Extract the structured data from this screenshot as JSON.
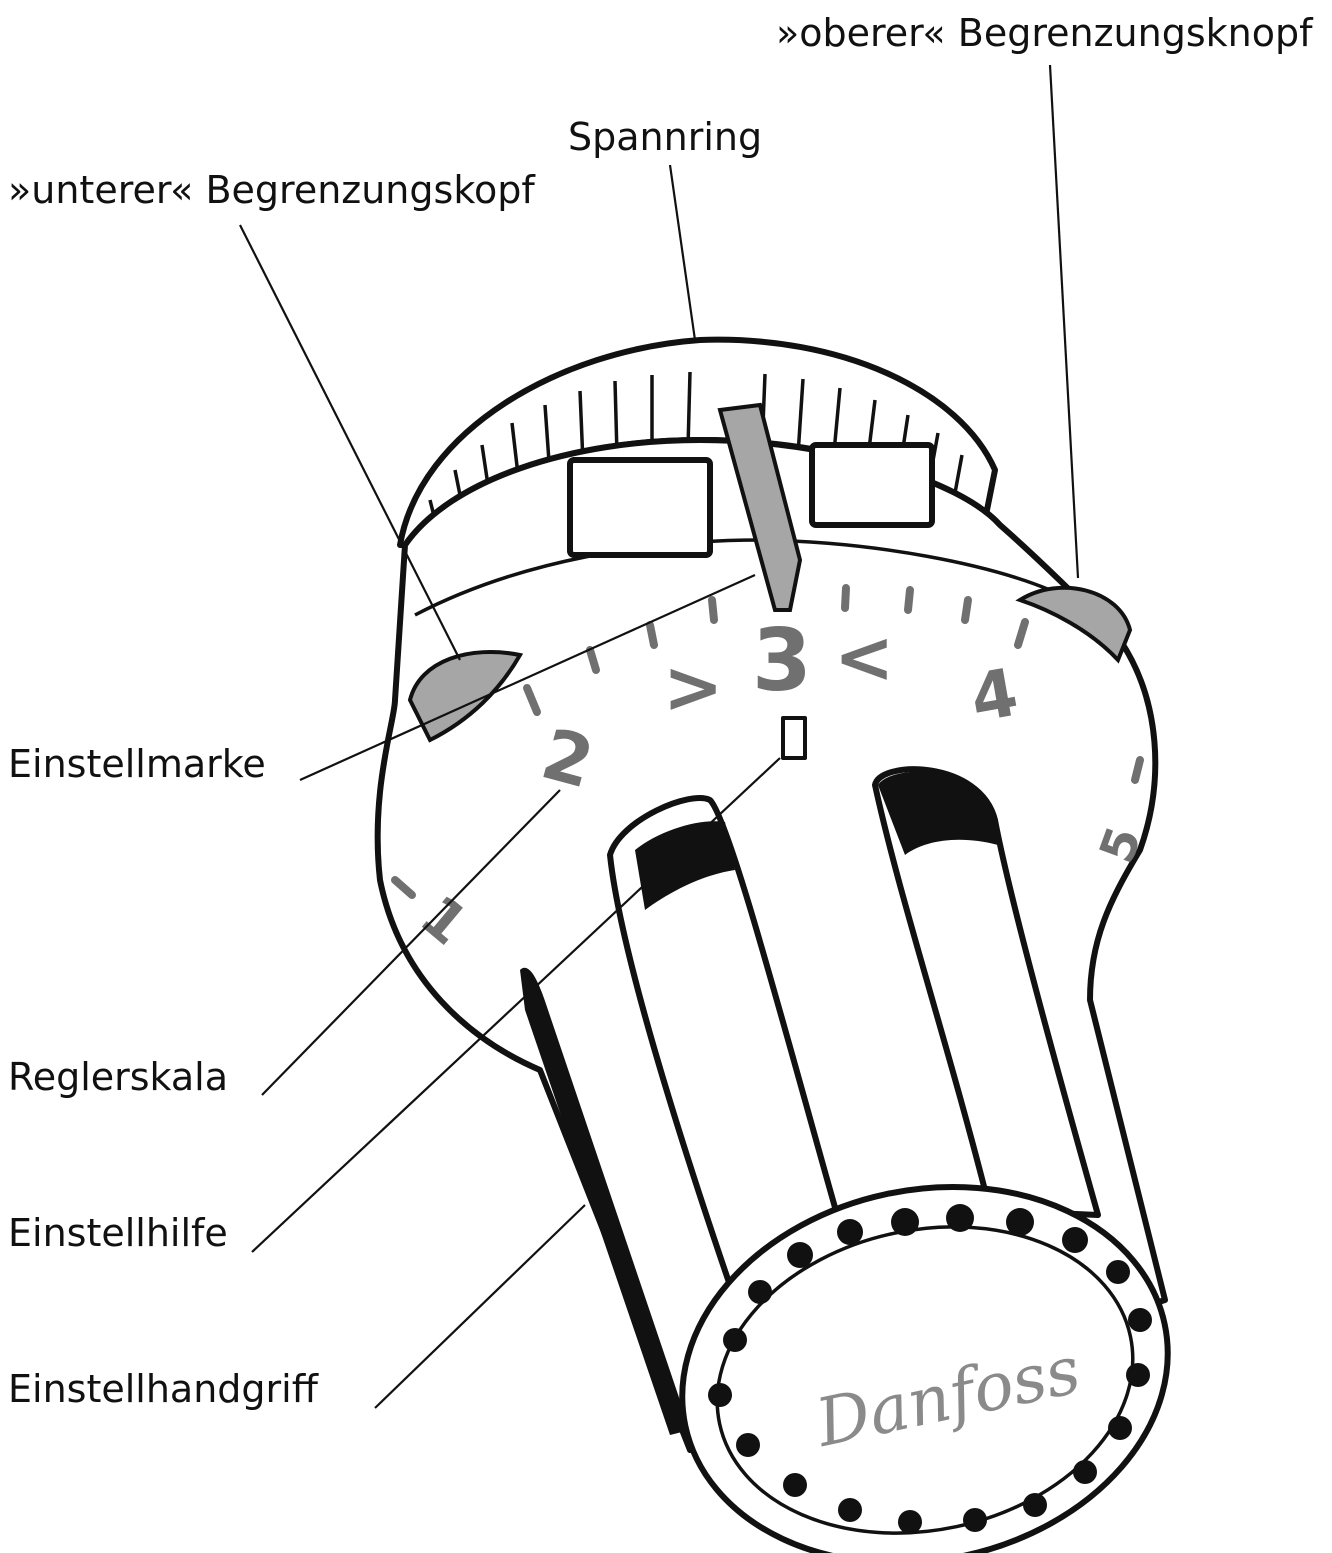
{
  "labels": {
    "oberer": "»oberer« Begrenzungsknopf",
    "spannring": "Spannring",
    "unterer": "»unterer« Begrenzungskopf",
    "einstellmarke": "Einstellmarke",
    "reglerskala": "Reglerskala",
    "einstellhilfe": "Einstellhilfe",
    "einstellhandgriff": "Einstellhandgriff"
  },
  "scale": {
    "n1": "1",
    "n2": "2",
    "n3": "3",
    "n4": "4",
    "n5": "5",
    "arrow_left": ">",
    "arrow_right": "<"
  },
  "brand": "Danfoss",
  "colors": {
    "line": "#111111",
    "grey_knob": "#a6a6a6",
    "scale_grey": "#707070",
    "background": "#ffffff"
  }
}
